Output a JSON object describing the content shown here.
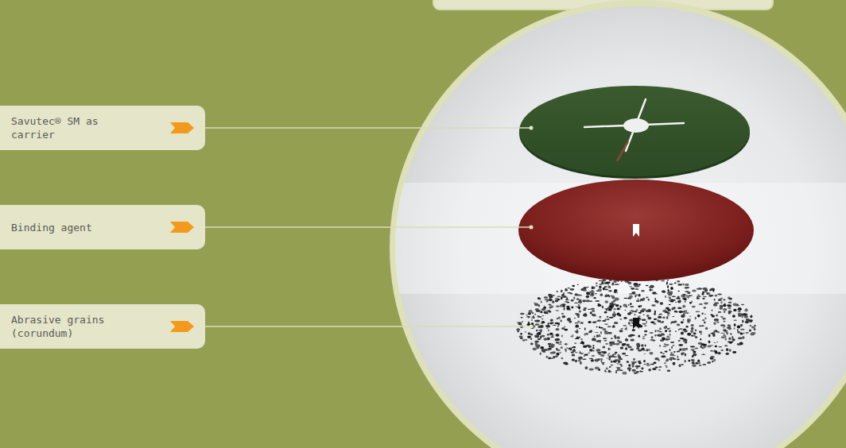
{
  "diagram": {
    "nodes": [
      {
        "text": [
          "Savutec® SM as carrier"
        ]
      },
      {
        "text": [
          "Binding agent"
        ]
      },
      {
        "text": [
          "Abrasive grains (corundum)"
        ]
      }
    ]
  }
}
